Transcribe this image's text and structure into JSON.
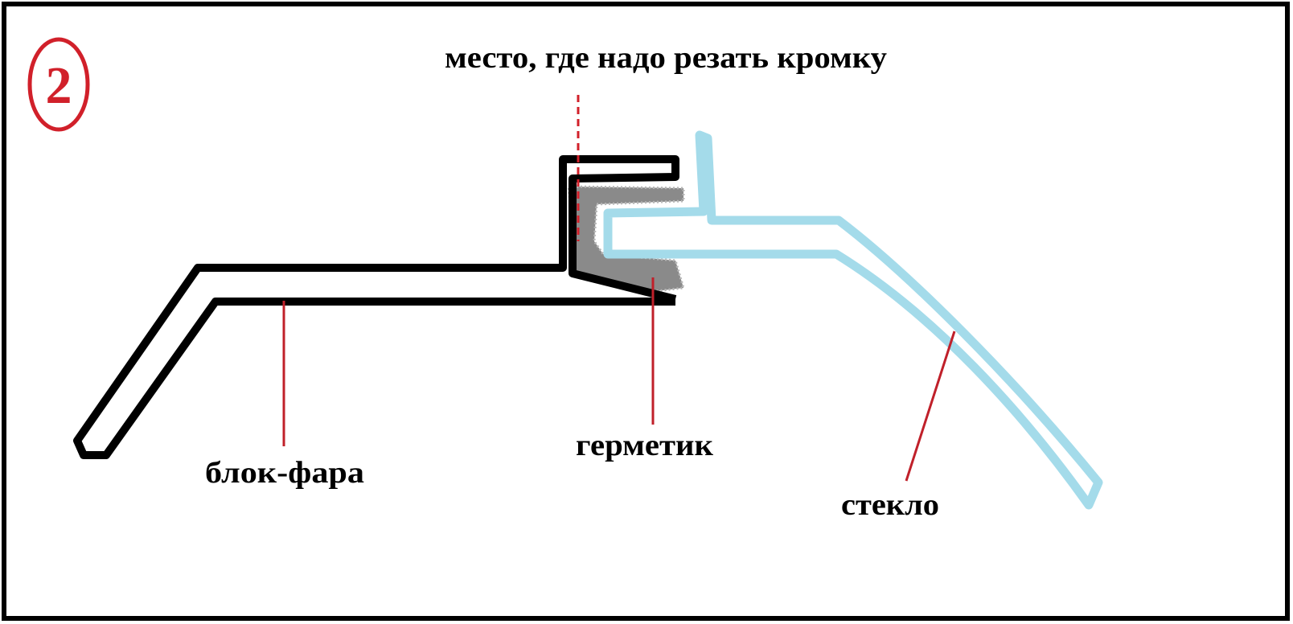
{
  "badge": {
    "number": "2"
  },
  "labels": {
    "cut_place": "место, где надо резать кромку",
    "headlight": "блок-фара",
    "sealant": "герметик",
    "glass": "стекло"
  },
  "colors": {
    "housing": "#000000",
    "glass": "#a4dbea",
    "sealant": "#8a8a8a",
    "accent": "#d1202a",
    "background": "#ffffff"
  }
}
